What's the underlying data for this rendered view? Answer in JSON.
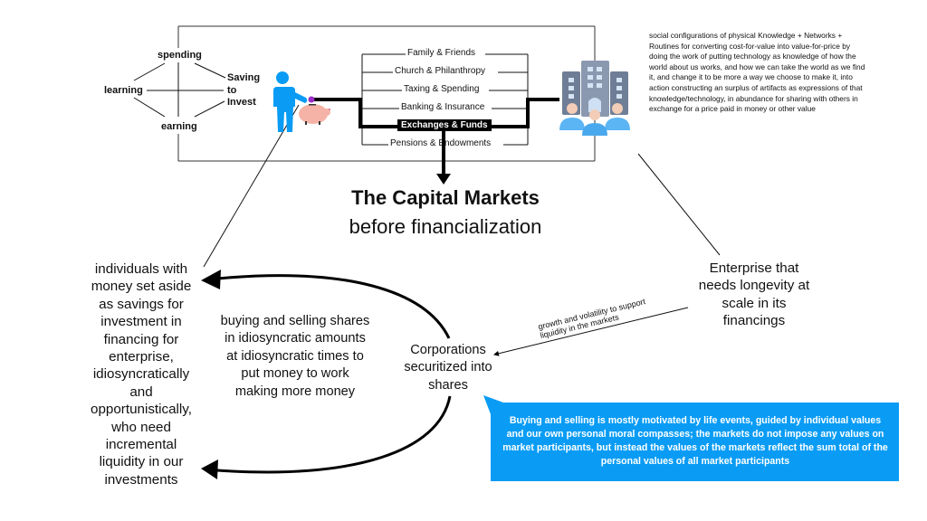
{
  "wheel": {
    "spending": "spending",
    "learning": "learning",
    "earning": "earning",
    "saving_to_invest": [
      "Saving",
      "to",
      "Invest"
    ]
  },
  "channels": [
    {
      "label": "Family & Friends",
      "highlighted": false
    },
    {
      "label": "Church & Philanthropy",
      "highlighted": false
    },
    {
      "label": "Taxing & Spending",
      "highlighted": false
    },
    {
      "label": "Banking & Insurance",
      "highlighted": false
    },
    {
      "label": "Exchanges & Funds",
      "highlighted": true
    },
    {
      "label": "Pensions & Endowments",
      "highlighted": false
    }
  ],
  "icons": {
    "person": "person-icon",
    "piggy_bank": "piggy-bank-icon",
    "enterprise": "office-building-people-icon"
  },
  "enterprise_description": "social configurations of physical Knowledge + Networks + Routines for converting cost-for-value into value-for-price by doing the work of putting technology as knowledge of how the world about us works, and how we can take the world as we find it, and change it to be more a way we choose to make it, into action constructing an surplus of artifacts as expressions of that knowledge/technology, in abundance for sharing with others in exchange for a price paid in money or other value",
  "title": {
    "main": "The Capital Markets",
    "sub": "before financialization"
  },
  "individuals_text": "individuals with money set aside as savings for investment in financing for enterprise, idiosyncratically and opportunistically, who need incremental liquidity in our investments",
  "buying_selling_text": "buying and selling shares in idiosyncratic amounts at idiosyncratic times to put money to work making more money",
  "corporations_text": "Corporations securitized into shares",
  "enterprise_text": "Enterprise that needs longevity at scale in its financings",
  "growth_label": [
    "growth and volatility to support",
    "liquidity in the markets"
  ],
  "callout": {
    "text": "Buying and selling is mostly motivated by life events, guided by individual values and our own personal moral compasses; the markets do not impose any values on market participants, but instead the values of the markets reflect the sum total of the personal values of all market participants",
    "color": "#0A9CF5"
  },
  "colors": {
    "person": "#0A9CF5",
    "piggy": "#F4B3A6",
    "coin": "#9B2FC8",
    "building": "#6F7E96",
    "building_light": "#8A99AF",
    "people": "#5BB5F5",
    "skin": "#F3CDB7"
  }
}
